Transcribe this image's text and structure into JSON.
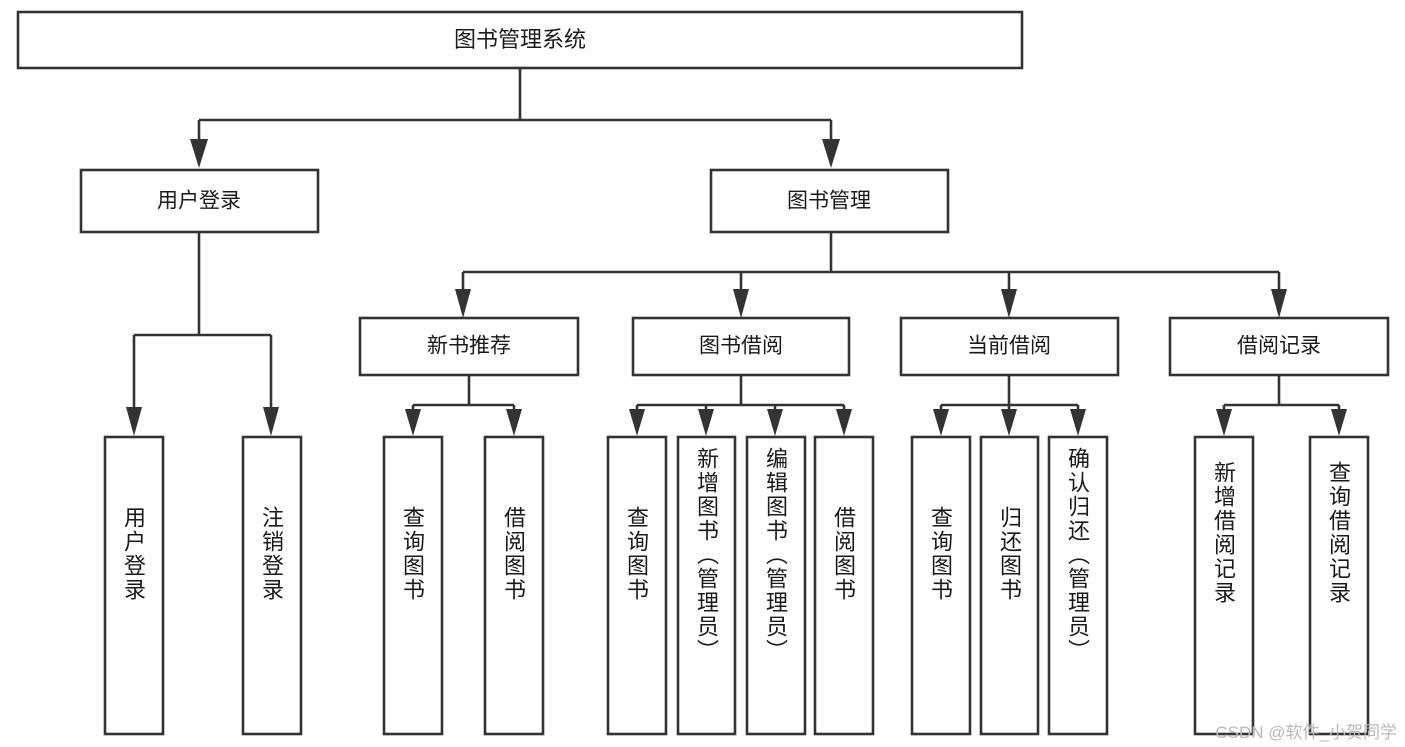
{
  "diagram": {
    "title": "图书管理系统",
    "type": "tree",
    "root": {
      "id": "root",
      "label": "图书管理系统",
      "orientation": "horizontal"
    },
    "level2": [
      {
        "id": "user-login",
        "label": "用户登录",
        "orientation": "horizontal"
      },
      {
        "id": "book-manage",
        "label": "图书管理",
        "orientation": "horizontal"
      }
    ],
    "level3": [
      {
        "id": "new-book-rec",
        "label": "新书推荐",
        "parent": "book-manage",
        "orientation": "horizontal"
      },
      {
        "id": "book-borrow",
        "label": "图书借阅",
        "parent": "book-manage",
        "orientation": "horizontal"
      },
      {
        "id": "current-borrow",
        "label": "当前借阅",
        "parent": "book-manage",
        "orientation": "horizontal"
      },
      {
        "id": "borrow-record",
        "label": "借阅记录",
        "parent": "book-manage",
        "orientation": "horizontal"
      }
    ],
    "leaves": [
      {
        "id": "leaf-user-login",
        "label": "用户登录",
        "parent": "user-login",
        "orientation": "vertical"
      },
      {
        "id": "leaf-logout",
        "label": "注销登录",
        "parent": "user-login",
        "orientation": "vertical"
      },
      {
        "id": "leaf-query-book-1",
        "label": "查询图书",
        "parent": "new-book-rec",
        "orientation": "vertical"
      },
      {
        "id": "leaf-borrow-book-1",
        "label": "借阅图书",
        "parent": "new-book-rec",
        "orientation": "vertical"
      },
      {
        "id": "leaf-query-book-2",
        "label": "查询图书",
        "parent": "book-borrow",
        "orientation": "vertical"
      },
      {
        "id": "leaf-add-book",
        "label": "新增图书（管理员）",
        "parent": "book-borrow",
        "orientation": "vertical"
      },
      {
        "id": "leaf-edit-book",
        "label": "编辑图书（管理员）",
        "parent": "book-borrow",
        "orientation": "vertical"
      },
      {
        "id": "leaf-borrow-book-2",
        "label": "借阅图书",
        "parent": "book-borrow",
        "orientation": "vertical"
      },
      {
        "id": "leaf-query-book-3",
        "label": "查询图书",
        "parent": "current-borrow",
        "orientation": "vertical"
      },
      {
        "id": "leaf-return-book",
        "label": "归还图书",
        "parent": "current-borrow",
        "orientation": "vertical"
      },
      {
        "id": "leaf-confirm-return",
        "label": "确认归还（管理员）",
        "parent": "current-borrow",
        "orientation": "vertical"
      },
      {
        "id": "leaf-add-record",
        "label": "新增借阅记录",
        "parent": "borrow-record",
        "orientation": "vertical"
      },
      {
        "id": "leaf-query-record",
        "label": "查询借阅记录",
        "parent": "borrow-record",
        "orientation": "vertical"
      }
    ],
    "colors": {
      "stroke": "#333333",
      "fill": "#ffffff",
      "text": "#1a1a1a",
      "watermark": "#b8b8b8"
    }
  },
  "watermark": {
    "text": "CSDN @软件_小贺同学"
  }
}
